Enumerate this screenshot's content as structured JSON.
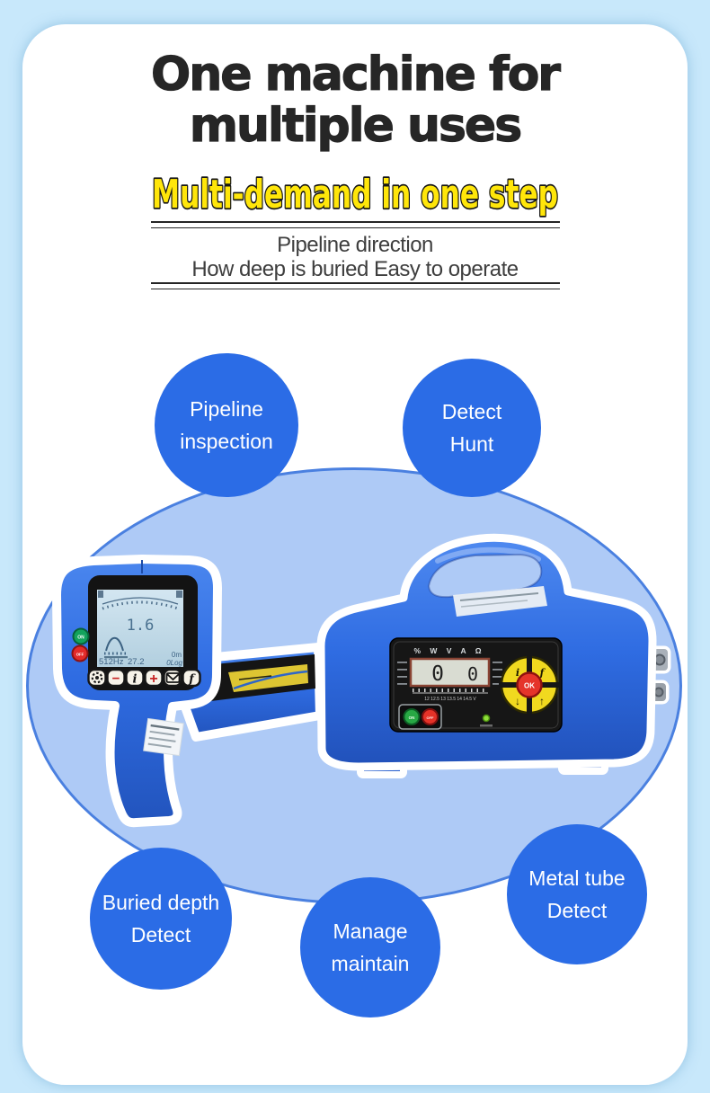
{
  "header": {
    "title_line1": "One machine for",
    "title_line2": "multiple uses",
    "highlight": "Multi-demand in one step",
    "subtitle_line1": "Pipeline direction",
    "subtitle_line2": "How deep is buried Easy to operate"
  },
  "feature_circles": [
    {
      "line1": "Pipeline",
      "line2": "inspection"
    },
    {
      "line1": "Detect",
      "line2": "Hunt"
    },
    {
      "line1": "Buried depth",
      "line2": "Detect"
    },
    {
      "line1": "Manage",
      "line2": "maintain"
    },
    {
      "line1": "Metal tube",
      "line2": "Detect"
    }
  ],
  "receiver": {
    "reading": "1.6",
    "frequency": "512Hz",
    "value": "27.2",
    "depth": "0m",
    "log": "0Log",
    "on": "ON",
    "off": "OFF",
    "keys": {
      "minus": "−",
      "info": "i",
      "plus": "+",
      "freq": "f"
    }
  },
  "transmitter": {
    "units": "% W V A Ω",
    "display_left": "0",
    "display_right": "0",
    "voltage_scale": "12  12.5  13  13.5  14  14.5 V",
    "on": "ON",
    "off": "OFF",
    "ok": "OK",
    "keys": {
      "info": "i",
      "freq": "f",
      "down": "↓",
      "up": "↑"
    }
  },
  "colors": {
    "background": "#c8e8fb",
    "card": "#ffffff",
    "circle_blue": "#2b6ce6",
    "ellipse_fill": "#aecaf6",
    "ellipse_border": "#4a80e0",
    "device_blue": "#2f6ce2",
    "highlight_yellow": "#ffe60a",
    "title_black": "#262626",
    "subtitle_gray": "#3e3e3e",
    "panel_black": "#161616",
    "dpad_yellow": "#f1d91f",
    "ok_red": "#e5342a",
    "on_green": "#12a35c",
    "off_red": "#e22a2a"
  }
}
